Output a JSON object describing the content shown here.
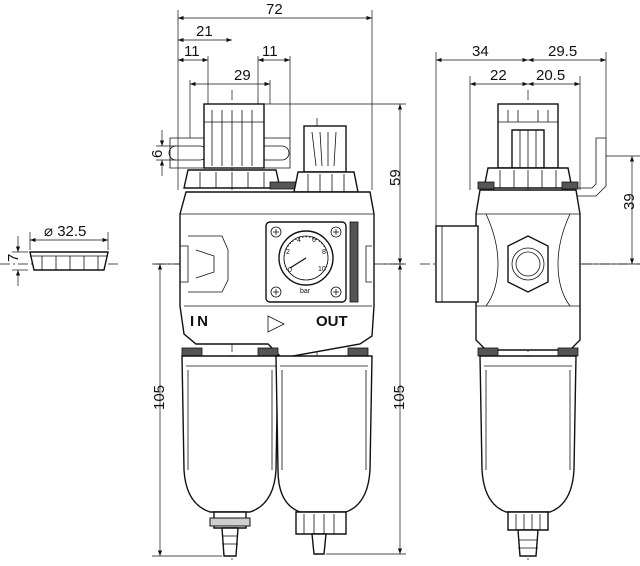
{
  "dimensions": {
    "overall_width": "72",
    "left_to_center": "21",
    "knob_left": "11",
    "knob_right": "11",
    "knob_span": "29",
    "side_depth": "34",
    "side_right": "29.5",
    "side_left_inner": "22",
    "side_right_inner": "20.5",
    "top_height": "59",
    "bracket_height": "6",
    "side_bracket": "39",
    "bowl_left": "105",
    "bowl_right": "105",
    "nut_diameter": "⌀ 32.5",
    "nut_height": "7"
  },
  "labels": {
    "in": "IN",
    "out": "OUT",
    "gauge_unit": "bar",
    "gauge_scale": [
      "0",
      "2",
      "4",
      "6",
      "8",
      "10"
    ]
  }
}
